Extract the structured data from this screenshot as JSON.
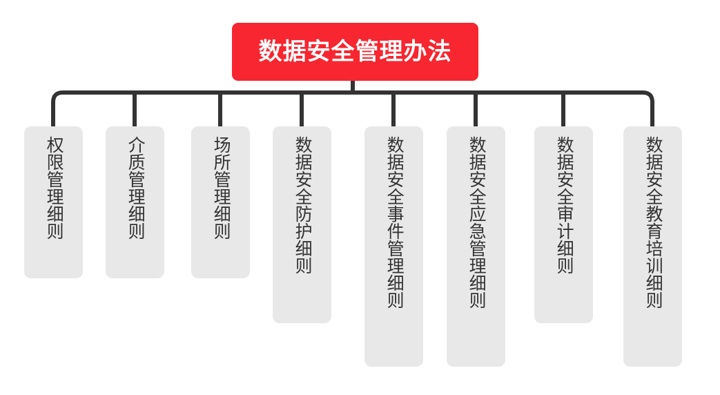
{
  "diagram": {
    "type": "organization-tree",
    "orientation": "top-down",
    "root": {
      "label": "数据安全管理办法",
      "color": "#F72630",
      "text_color": "#FFFFFF"
    },
    "node_style": {
      "fill": "#E8E8E8",
      "text_color": "#333333",
      "connector_color": "#333333"
    },
    "children": [
      {
        "label": "权限管理细则",
        "char_count": 6
      },
      {
        "label": "介质管理细则",
        "char_count": 6
      },
      {
        "label": "场所管理细则",
        "char_count": 6
      },
      {
        "label": "数据安全防护细则",
        "char_count": 8
      },
      {
        "label": "数据安全事件管理细则",
        "char_count": 10
      },
      {
        "label": "数据安全应急管理细则",
        "char_count": 10
      },
      {
        "label": "数据安全审计细则",
        "char_count": 8
      },
      {
        "label": "数据安全教育培训细则",
        "char_count": 10
      }
    ]
  }
}
